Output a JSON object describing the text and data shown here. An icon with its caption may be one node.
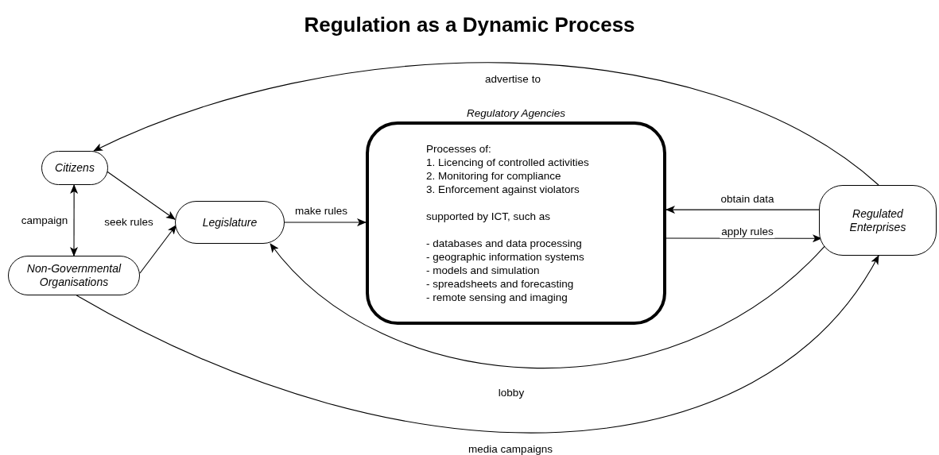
{
  "diagram": {
    "title": "Regulation as a Dynamic Process",
    "nodes": [
      {
        "text": [
          "Citizens"
        ]
      },
      {
        "text": [
          "Non-Governmental Organisations"
        ]
      },
      {
        "text": [
          "Legislature"
        ]
      },
      {
        "text": [
          "Regulatory Agencies",
          "Processes of:",
          "1. Licencing of controlled activities",
          "2. Monitoring for compliance",
          "3. Enforcement against violators",
          "supported by ICT, such as",
          "- databases and data processing",
          "- geographic information systems",
          "- models and simulation",
          "- spreadsheets and forecasting",
          "- remote sensing and imaging"
        ]
      },
      {
        "text": [
          "Regulated Enterprises"
        ]
      }
    ],
    "edges": [
      {
        "from": 4,
        "to": 0,
        "arrow": "to",
        "label": "advertise to"
      },
      {
        "from": 0,
        "to": 1,
        "arrow": "both",
        "label": "campaign"
      },
      {
        "from": 0,
        "to": 2,
        "arrow": "to",
        "label": "seek rules"
      },
      {
        "from": 1,
        "to": 2,
        "arrow": "to"
      },
      {
        "from": 2,
        "to": 3,
        "arrow": "to",
        "label": "make rules"
      },
      {
        "from": 4,
        "to": 3,
        "arrow": "to",
        "label": "obtain data"
      },
      {
        "from": 3,
        "to": 4,
        "arrow": "to",
        "label": "apply rules"
      },
      {
        "from": 4,
        "to": 2,
        "arrow": "to",
        "label": "lobby"
      },
      {
        "from": 1,
        "to": 4,
        "arrow": "to",
        "label": "media campaigns"
      }
    ]
  }
}
